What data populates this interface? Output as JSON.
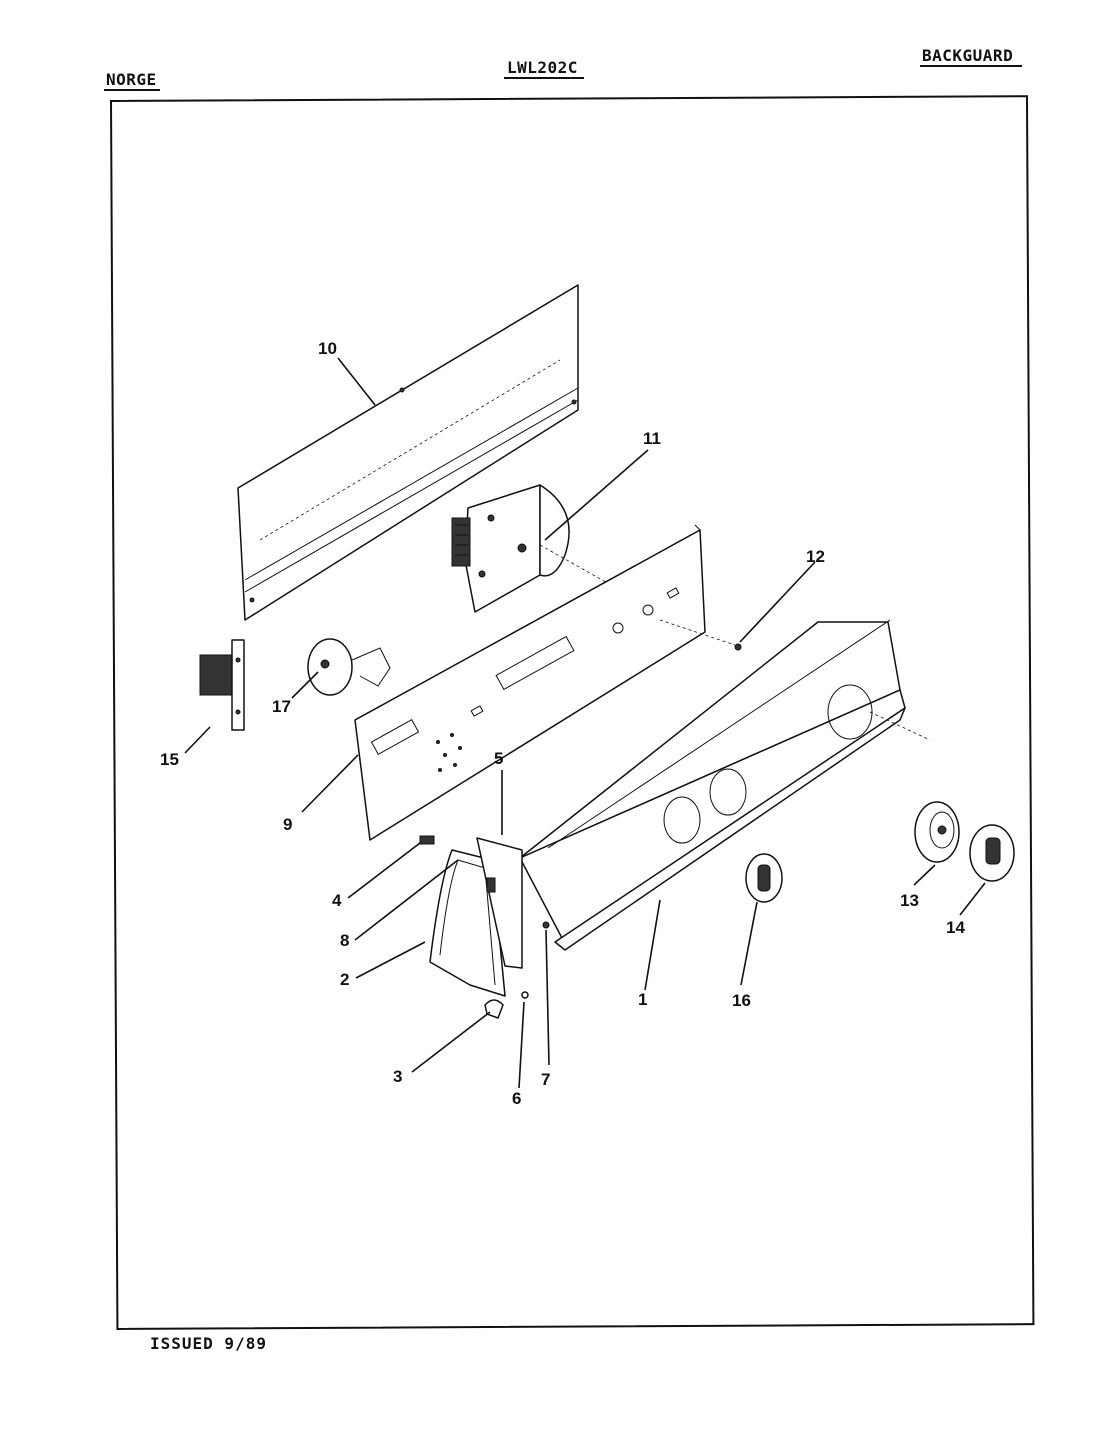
{
  "header": {
    "brand": "NORGE",
    "model": "LWL202C",
    "section": "BACKGUARD"
  },
  "footer": {
    "issued": "ISSUED 9/89"
  },
  "callouts": [
    "1",
    "2",
    "3",
    "4",
    "5",
    "6",
    "7",
    "8",
    "9",
    "10",
    "11",
    "12",
    "13",
    "14",
    "15",
    "16",
    "17"
  ]
}
